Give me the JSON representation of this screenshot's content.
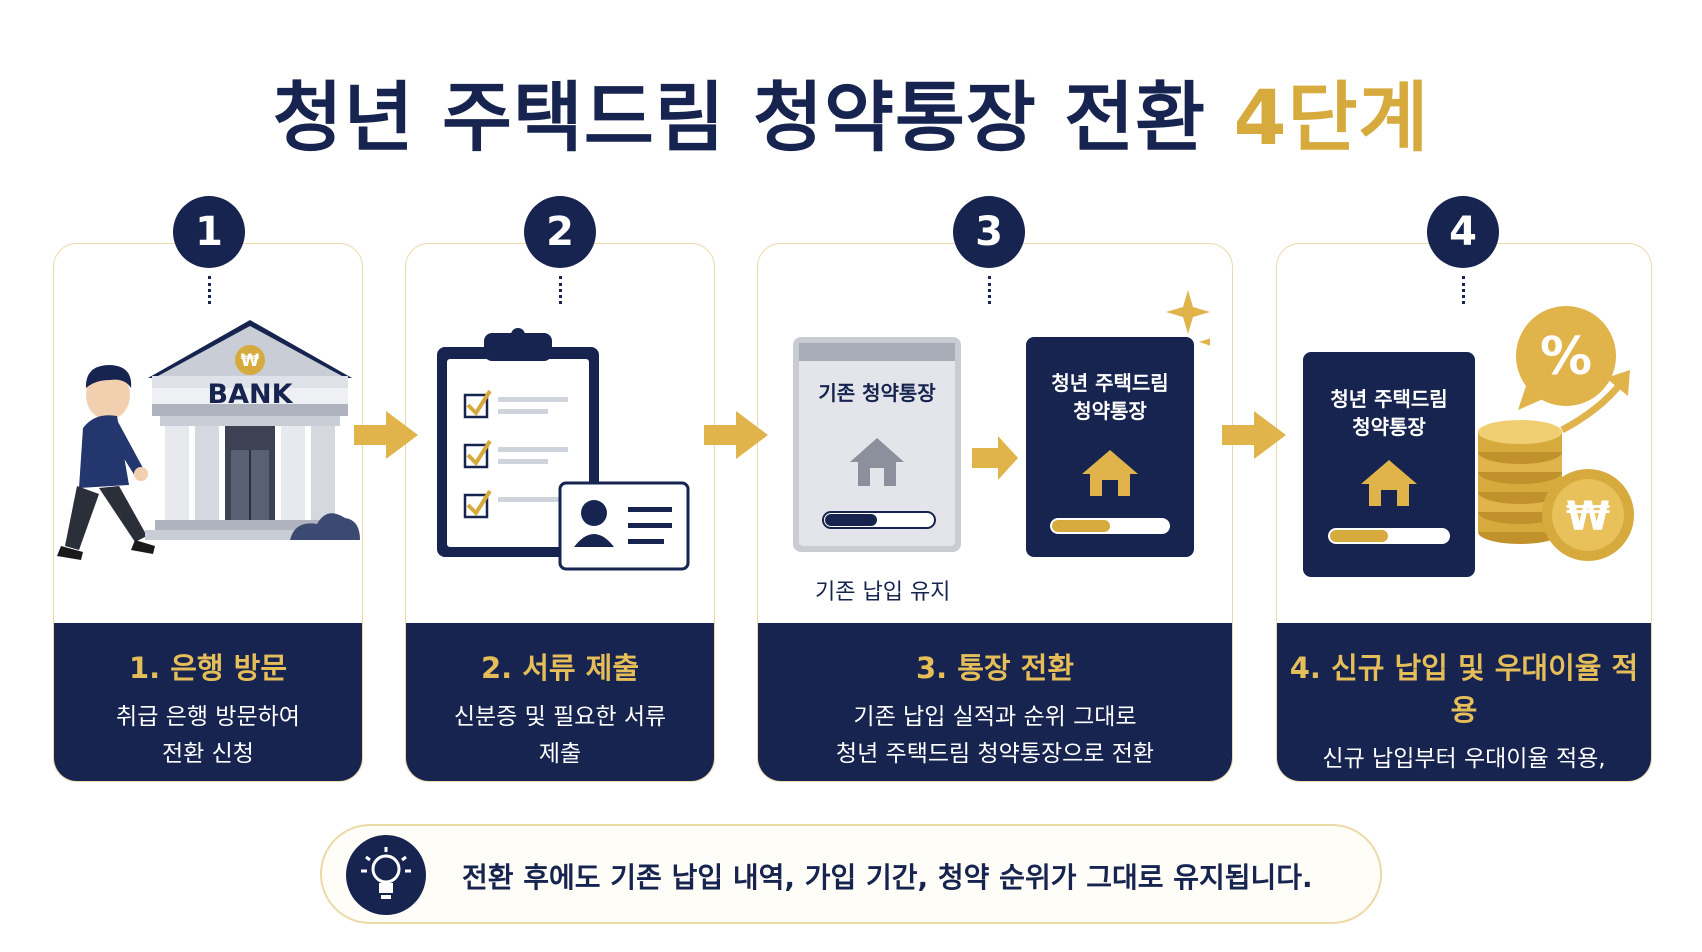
{
  "title": {
    "main": "청년 주택드림 청약통장 전환 ",
    "highlight": "4단계"
  },
  "steps": [
    {
      "number": "1",
      "title": "1. 은행 방문",
      "desc": "취급 은행 방문하여\n전환 신청"
    },
    {
      "number": "2",
      "title": "2. 서류 제출",
      "desc": "신분증 및 필요한 서류\n제출"
    },
    {
      "number": "3",
      "title": "3. 통장 전환",
      "desc": "기존 납입 실적과 순위 그대로\n청년 주택드림 청약통장으로 전환"
    },
    {
      "number": "4",
      "title": "4. 신규 납입 및 우대이율 적용",
      "desc": "신규 납입부터 우대이율 적용,\n더 높은 혜택 시작!"
    }
  ],
  "illustrations": {
    "bank_sign": "BANK",
    "old_account": "기존 청약통장",
    "old_account_caption": "기존 납입 유지",
    "new_account_line1": "청년 주택드림",
    "new_account_line2": "청약통장",
    "percent": "%",
    "won": "₩"
  },
  "tip": {
    "text": "전환 후에도 기존 납입 내역, 가입 기간, 청약 순위가 그대로 유지됩니다."
  },
  "colors": {
    "navy": "#16244f",
    "gold": "#d6aa3c",
    "card_border": "#ecd9a8"
  }
}
